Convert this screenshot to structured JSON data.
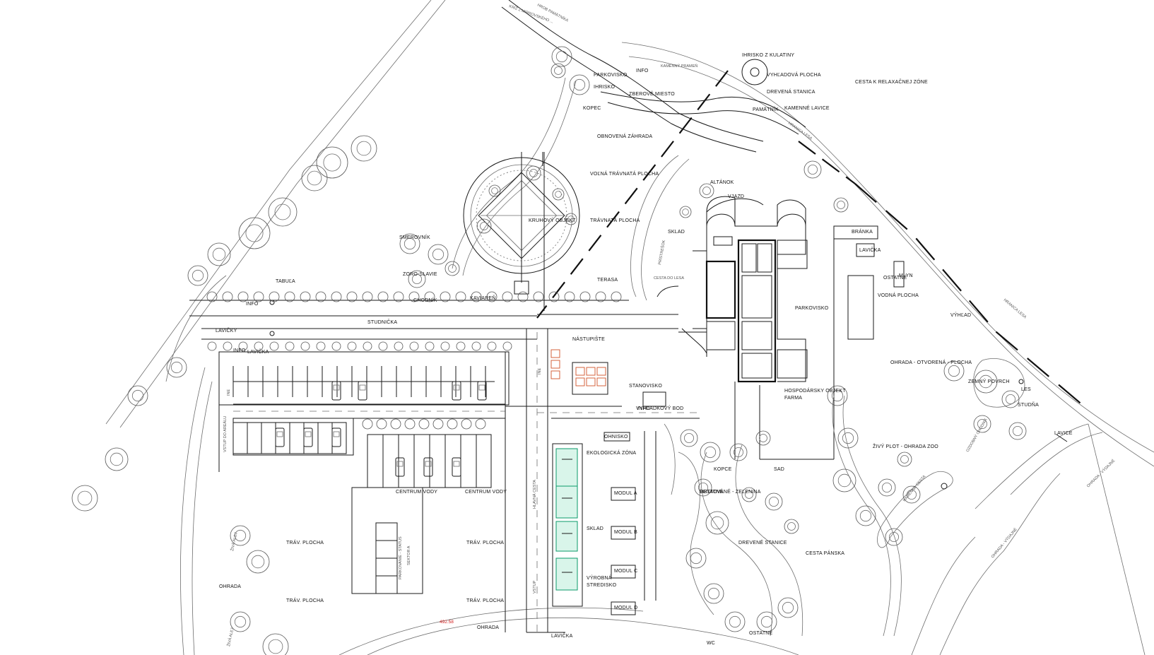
{
  "labels": {
    "mirr_kriz": "KRÍŽ Z MIRROVSKÉHO ... ",
    "hrob": "HROB PAMÄTNÍKA",
    "parkovisko_top": "PARKOVISKO",
    "cesta_top": "CESTA K RELAXAČNEJ ZÓNE",
    "ihrisko_top": "IHRISKO Z KULATINY",
    "vyhliadka": "VYHĽADOVÁ PLOCHA",
    "drev_stanica": "DREVENÁ STANICA",
    "pamatnik": "PAMÄTNÍK",
    "kamenne_lavice": "KAMENNÉ LAVICE",
    "kamenny_prameň": "KAMENNÝ PRAMEŇ",
    "ihrisko": "IHRISKO",
    "info1": "INFO",
    "zber": "ZBEROVÉ MIESTO",
    "obnovena_zahrada": "OBNOVENÁ ZÁHRADA",
    "kruh": "KRUHOVÝ OBJEKT",
    "kopec": "KOPEC",
    "travnata_plocha_top": "VOĽNÁ TRÁVNATÁ PLOCHA",
    "travnata_plocha_kruh": "TRÁVNATÁ PLOCHA",
    "smerovnik": "SMEROVNÍK",
    "zoroslavie": "ZORO-SLAVIE",
    "tabula": "TABUĽA",
    "chodnik": "CHODNÍK",
    "kavarna": "KAVIAREŇ",
    "terasa": "TERASA",
    "parkovisko": "PARKOVISKO",
    "vjazd": "VJAZD",
    "branka": "BRÁNKA",
    "lavicka": "LAVIČKA",
    "mlyn": "MLYN",
    "vodná_plocha": "VODNÁ PLOCHA",
    "vyhliadka2": "VÝHĽAD",
    "hranica_lesa1": "HRANICA LESA",
    "hranica_lesa2": "HRANICA LESA",
    "ohrada_top": "OHRADA - OTVORENÁ - PLOCHA",
    "ohrada_right": "OHRADA - VÝDAJNÉ",
    "ohrada_right2": "OHRADA - VÝDAJNÉ",
    "povrch": "ZEMNÝ POVRCH",
    "lesny": "LES",
    "studna": "STUDŇA",
    "lavice_kruh": "LAVICE",
    "chodnik_ozdob": "OZDOBNÝ CHODNÍK",
    "ziva_ohrada": "ŽIVÝ PLOT - OHRADA ZOO",
    "kamene": "KAMENNÁ CESTA",
    "sad1": "SAD",
    "kopce": "KOPCE",
    "pestovane": "PESTOVANÉ - ZELENINA",
    "drevene_stanice": "DREVENÉ STANICE",
    "cesta_panska": "CESTA PÁNSKA",
    "ziva_alej": "ŽIVÁ ALEJ",
    "ziva_alej2": "ŽIVÁ ALEJ",
    "ohrada_l": "OHRADA",
    "ohrada_b": "OHRADA",
    "trav_l1": "TRÁV. PLOCHA",
    "trav_l2": "TRÁV. PLOCHA",
    "trav_l3": "TRÁV. PLOCHA",
    "trav_l4": "TRÁV. PLOCHA",
    "parkovanie_stat": "PARKOVANIE - STATUS",
    "parkovanie_sek": "SEKTOR A",
    "centrum1": "CENTRUM VODY",
    "centrum2": "CENTRUM VODY",
    "hlavna_cesta": "HLAVNÁ CESTA",
    "vstup": "VSTUP",
    "ine": "INE",
    "ine2": "INE",
    "vstup_areal": "VSTUP DO AREÁLU",
    "nastupiste": "NÁSTUPIŠTE",
    "stanovisko": "STANOVISKO",
    "vyhliadkovy": "VYHĽADKOVÝ BOD",
    "ohnisko": "OHNISKO",
    "modul_a": "MODUL A",
    "modul_b": "MODUL B",
    "modul_c": "MODUL C",
    "modul_d": "MODUL D",
    "ekolog": "EKOLOGICKÁ ZÓNA",
    "hospod": "HOSPODÁRSKY OBJEKT",
    "hosp_sub": "FARMA",
    "vyrobna": "VÝROBNÁ",
    "stredisko": "STREDISKO",
    "sklad": "SKLAD",
    "sklad2": "SKLAD",
    "pristresok": "PRÍSTREŠOK",
    "ostatne": "OSTATNÉ",
    "ostatne2": "OSTATNÉ",
    "ostatne3": "OSTATNÉ",
    "info2": "INFO",
    "info3": "INFO",
    "info4": "INFO",
    "lavicka2": "LAVIČKA",
    "lavicka3": "LAVIČKA",
    "wc": "WC",
    "lavicky_kruh": "LAVIČKY",
    "studnicka": "STUDNIČKA",
    "cesta_les": "CESTA DO LESA",
    "altanok": "ALTÁNOK",
    "poz_red": "492.58"
  }
}
